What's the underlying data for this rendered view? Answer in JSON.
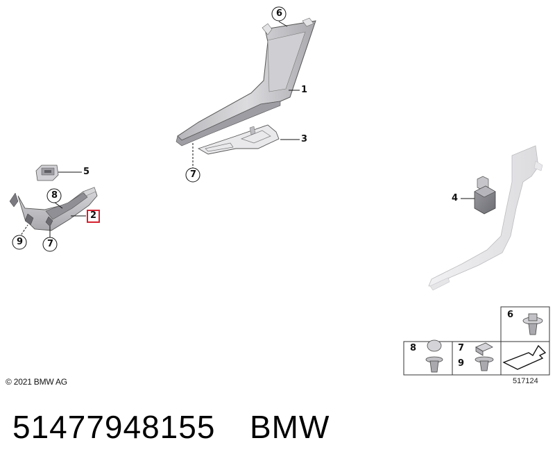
{
  "callouts": {
    "c1": "1",
    "c2": "2",
    "c3": "3",
    "c4": "4",
    "c5": "5",
    "c6": "6",
    "c7a": "7",
    "c7b": "7",
    "c8": "8",
    "c9": "9"
  },
  "legend": {
    "cell_6": "6",
    "cell_8": "8",
    "cell_7": "7",
    "cell_9": "9"
  },
  "footer": {
    "copyright": "© 2021 BMW AG",
    "diagram_id": "517124"
  },
  "caption": {
    "part_number": "51477948155",
    "brand": "BMW"
  },
  "colors": {
    "highlight": "#d6202f",
    "part_fill": "#c9c9cc",
    "line": "#111111"
  }
}
